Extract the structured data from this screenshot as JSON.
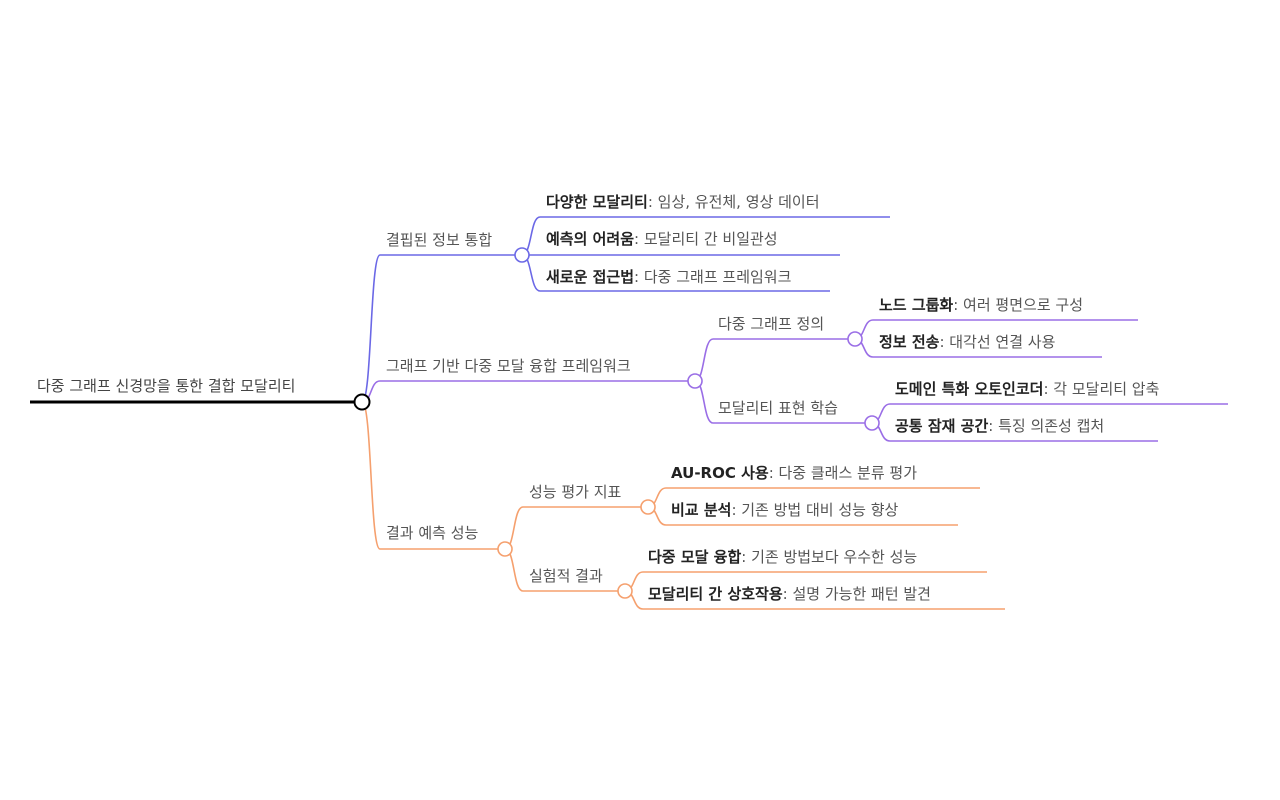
{
  "root": {
    "label": "다중 그래프 신경망을 통한 결합 모달리티"
  },
  "branches": [
    {
      "label": "결핍된 정보 통합",
      "color": "#6b68e6",
      "children": [
        {
          "bold": "다양한 모달리티",
          "rest": ": 임상, 유전체, 영상 데이터"
        },
        {
          "bold": "예측의 어려움",
          "rest": ": 모달리티 간 비일관성"
        },
        {
          "bold": "새로운 접근법",
          "rest": ": 다중 그래프 프레임워크"
        }
      ]
    },
    {
      "label": "그래프 기반 다중 모달 융합 프레임워크",
      "color": "#9a6ee6",
      "groups": [
        {
          "label": "다중 그래프 정의",
          "children": [
            {
              "bold": "노드 그룹화",
              "rest": ": 여러 평면으로 구성"
            },
            {
              "bold": "정보 전송",
              "rest": ": 대각선 연결 사용"
            }
          ]
        },
        {
          "label": "모달리티 표현 학습",
          "children": [
            {
              "bold": "도메인 특화 오토인코더",
              "rest": ": 각 모달리티 압축"
            },
            {
              "bold": "공통 잠재 공간",
              "rest": ": 특징 의존성 캡처"
            }
          ]
        }
      ]
    },
    {
      "label": "결과 예측 성능",
      "color": "#f5a06e",
      "groups": [
        {
          "label": "성능 평가 지표",
          "children": [
            {
              "bold": "AU-ROC 사용",
              "rest": ": 다중 클래스 분류 평가"
            },
            {
              "bold": "비교 분석",
              "rest": ": 기존 방법 대비 성능 향상"
            }
          ]
        },
        {
          "label": "실험적 결과",
          "children": [
            {
              "bold": "다중 모달 융합",
              "rest": ": 기존 방법보다 우수한 성능"
            },
            {
              "bold": "모달리티 간 상호작용",
              "rest": ": 설명 가능한 패턴 발견"
            }
          ]
        }
      ]
    }
  ]
}
